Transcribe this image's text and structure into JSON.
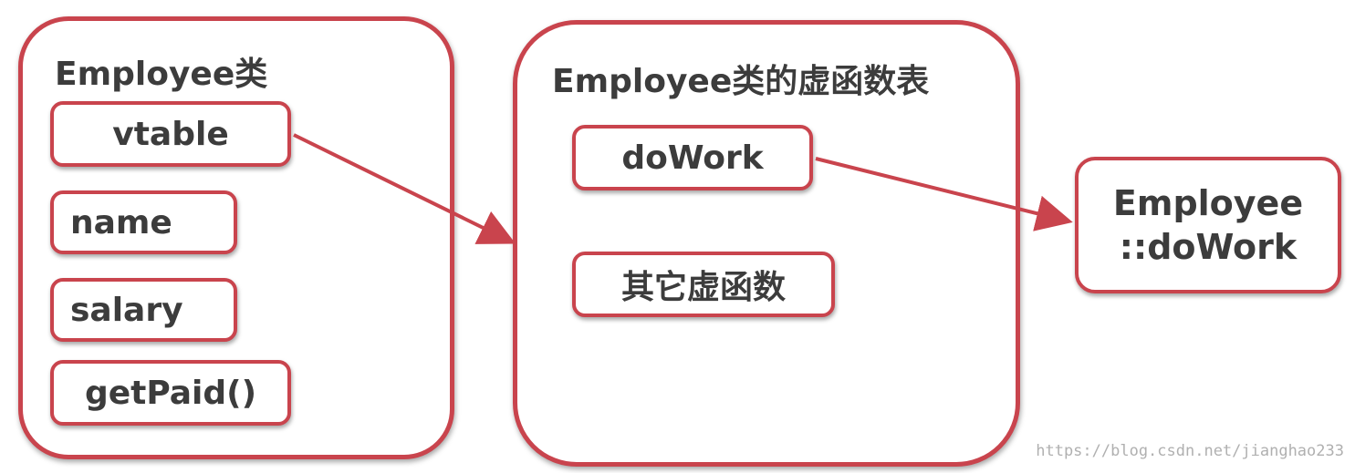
{
  "class_box": {
    "title": "Employee类",
    "fields": [
      "vtable",
      "name",
      "salary",
      "getPaid()"
    ]
  },
  "vtable_box": {
    "title": "Employee类的虚函数表",
    "entries": [
      "doWork",
      "其它虚函数"
    ]
  },
  "target_box": {
    "line1": "Employee",
    "line2": "::doWork"
  },
  "watermark": "https://blog.csdn.net/jianghao233",
  "colors": {
    "border": "#c9444d",
    "text": "#3c3c3c",
    "arrow": "#c9444d"
  }
}
